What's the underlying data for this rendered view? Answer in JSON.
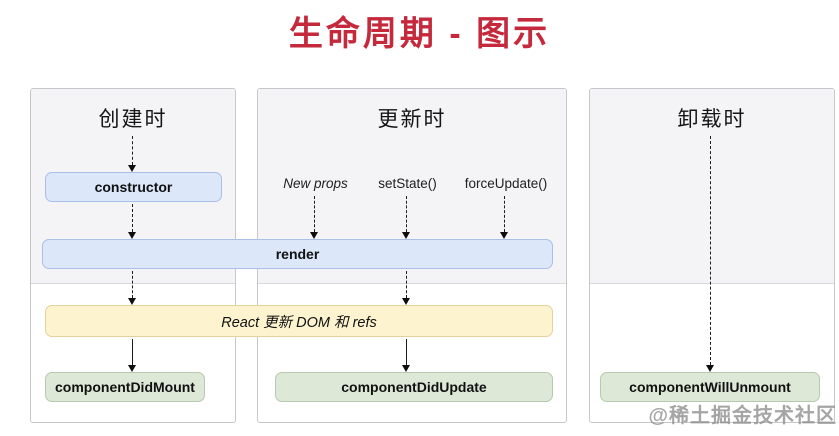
{
  "title": "生命周期 - 图示",
  "watermark": "@稀土掘金技术社区",
  "colors": {
    "title_red": "#c5293c",
    "panel_top_bg": "#f4f4f6",
    "panel_border": "#c7c7cb",
    "node_blue_fill": "#dce7fa",
    "node_blue_border": "#a9bfe6",
    "node_yellow_fill": "#fdf3cf",
    "node_yellow_border": "#e3d29e",
    "node_green_fill": "#dde8d7",
    "node_green_border": "#b7c9ae"
  },
  "columns": [
    {
      "id": "create",
      "header": "创建时"
    },
    {
      "id": "update",
      "header": "更新时"
    },
    {
      "id": "unmount",
      "header": "卸载时"
    }
  ],
  "update_triggers": [
    "New props",
    "setState()",
    "forceUpdate()"
  ],
  "nodes": {
    "constructor": "constructor",
    "render": "render",
    "react_update_dom": "React 更新 DOM 和 refs",
    "component_did_mount": "componentDidMount",
    "component_did_update": "componentDidUpdate",
    "component_will_unmount": "componentWillUnmount"
  }
}
